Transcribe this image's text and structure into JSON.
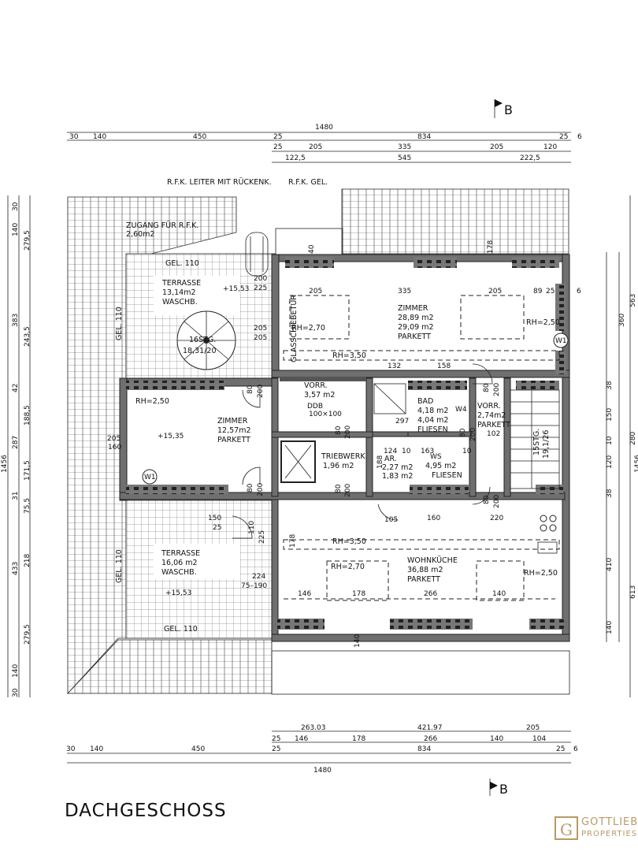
{
  "title": "DACHGESCHOSS",
  "section_mark": "B",
  "logo": {
    "symbol": "G",
    "line1": "GOTTLIEB",
    "line2": "PROPERTIES",
    "color": "#b89a66"
  },
  "annotations": {
    "ladder": "R.F.K. LEITER MIT RÜCKENK.",
    "rfk_gel": "R.F.K. GEL.",
    "access1": "ZUGANG FÜR R.F.K.",
    "access2": "2,60m2",
    "sliding_door": "GLASSCHIEBETÜR",
    "stair1a": "16STG.",
    "stair1b": "18,31/20",
    "stair2a": "15STG.",
    "stair2b": "19,1/26",
    "ddb1": "DDB",
    "ddb2": "100×100",
    "rail_top": "GEL. 110",
    "rail_left1": "GEL. 110",
    "rail_left2": "GEL. 110",
    "rail_bottom": "GEL. 110",
    "w1a": "W1",
    "w1b": "W1",
    "w4": "W4",
    "ws": "WS",
    "level1": "+15,53",
    "level2": "+15,35",
    "level3": "+15,53"
  },
  "rooms": {
    "terr1": {
      "name": "TERRASSE",
      "area": "13,14m2",
      "floor": "WASCHB."
    },
    "zimmer1": {
      "name": "ZIMMER",
      "area": "28,89 m2",
      "area2": "29,09 m2",
      "floor": "PARKETT"
    },
    "zimmer2": {
      "name": "ZIMMER",
      "area": "12,57m2",
      "floor": "PARKETT"
    },
    "vorr1": {
      "name": "VORR.",
      "area": "3,57 m2"
    },
    "triebwerk": {
      "name": "TRIEBWERK",
      "area": "1,96 m2"
    },
    "bad": {
      "name": "BAD",
      "area": "4,18 m2",
      "area2": "4,04 m2",
      "floor": "FLIESEN"
    },
    "vorr2": {
      "name": "VORR.",
      "area": "2,74m2",
      "floor": "PARKETT"
    },
    "ar": {
      "name": "AR.",
      "area": "2,27 m2",
      "area2": "1,83 m2"
    },
    "wc": {
      "area": "4,95 m2",
      "floor": "FLIESEN"
    },
    "terr2": {
      "name": "TERRASSE",
      "area": "16,06 m2",
      "floor": "WASCHB."
    },
    "kueche": {
      "name": "WOHNKÜCHE",
      "area": "36,88 m2",
      "floor": "PARKETT"
    }
  },
  "heights": {
    "h1": "RH=2,70",
    "h2": "RH=2,50",
    "h3": "RH=3,50",
    "h4": "RH=2,50",
    "h5": "RH=3,50",
    "h6": "RH=2,70",
    "h7": "RH=2,50"
  },
  "dims": {
    "top_total": "1480",
    "top_row": [
      "30",
      "140",
      "450",
      "25",
      "834",
      "25",
      "6"
    ],
    "top_row2": [
      "25",
      "205",
      "335",
      "205",
      "120"
    ],
    "top_row3": [
      "122,5",
      "545",
      "222,5"
    ],
    "bottom_row1": [
      "263.03",
      "421.97",
      "205"
    ],
    "bottom_row2": [
      "25",
      "146",
      "178",
      "266",
      "140",
      "104"
    ],
    "bottom_row3": [
      "30",
      "140",
      "450",
      "25",
      "834",
      "25",
      "6"
    ],
    "bottom_total": "1480",
    "left_total": "1456",
    "left_row1": [
      "30",
      "140",
      "383",
      "42",
      "287",
      "31",
      "433",
      "140",
      "30"
    ],
    "left_row2": [
      "279,5",
      "243,5",
      "188,5",
      "171,5",
      "75,5",
      "218",
      "279,5"
    ],
    "right_total": "1456",
    "right_row1": [
      "563",
      "280",
      "613"
    ],
    "right_row2": [
      "360",
      "38",
      "150",
      "10",
      "120",
      "38",
      "410",
      "140"
    ],
    "inner": [
      "205",
      "335",
      "205",
      "89",
      "25",
      "6",
      "132",
      "158",
      "297",
      "102",
      "124",
      "10",
      "163",
      "10",
      "188",
      "105",
      "160",
      "220",
      "146",
      "178",
      "266",
      "140",
      "150",
      "25",
      "224",
      "75–190",
      "178",
      "205",
      "160",
      "80",
      "200",
      "80",
      "200",
      "80",
      "200",
      "80",
      "200",
      "80",
      "200",
      "80",
      "200",
      "80",
      "200",
      "110",
      "225",
      "200",
      "225",
      "205",
      "205",
      "40",
      "178",
      "140"
    ]
  }
}
